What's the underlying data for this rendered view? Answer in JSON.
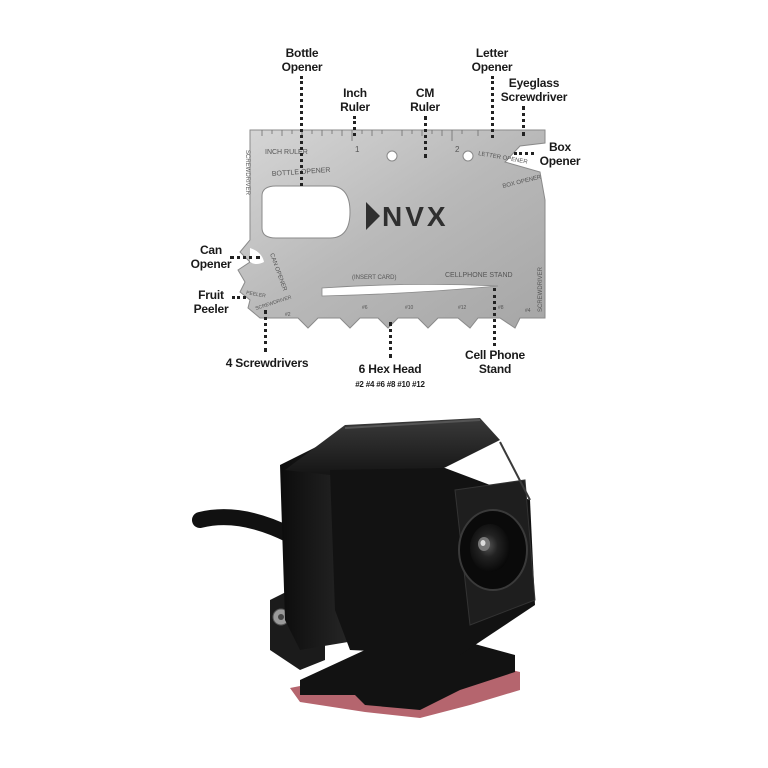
{
  "card": {
    "brand": "NVX",
    "engraved": {
      "inch_ruler": "INCH RULER",
      "bottle_opener": "BOTTLE OPENER",
      "screwdriver_left": "SCREWDRIVER",
      "screwdriver_right": "SCREWDRIVER",
      "letter_opener": "LETTER OPENER",
      "box_opener": "BOX OPENER",
      "insert_card": "(INSERT CARD)",
      "cellphone_stand": "CELLPHONE STAND",
      "can_opener": "CAN OPENER",
      "peeler": "PEELER",
      "screwdriver_bottom": "SCREWDRIVER",
      "ruler_1": "1",
      "ruler_2": "2",
      "hex_2": "#2",
      "hex_4": "#4",
      "hex_6": "#6",
      "hex_8": "#8",
      "hex_10": "#10",
      "hex_12": "#12"
    }
  },
  "callouts": {
    "bottle_opener": "Bottle\nOpener",
    "inch_ruler": "Inch\nRuler",
    "cm_ruler": "CM\nRuler",
    "letter_opener": "Letter\nOpener",
    "eyeglass_screwdriver": "Eyeglass\nScrewdriver",
    "box_opener": "Box\nOpener",
    "can_opener": "Can\nOpener",
    "fruit_peeler": "Fruit\nPeeler",
    "four_screwdrivers": "4 Screwdrivers",
    "hex_head": "6 Hex Head",
    "hex_sizes": "#2 #4 #6 #8 #10 #12",
    "cell_phone_stand": "Cell Phone\nStand"
  },
  "colors": {
    "steel_light": "#c9c9c9",
    "steel_dark": "#9a9a9a",
    "camera_body": "#141414",
    "adhesive_pad": "#b5656e"
  }
}
